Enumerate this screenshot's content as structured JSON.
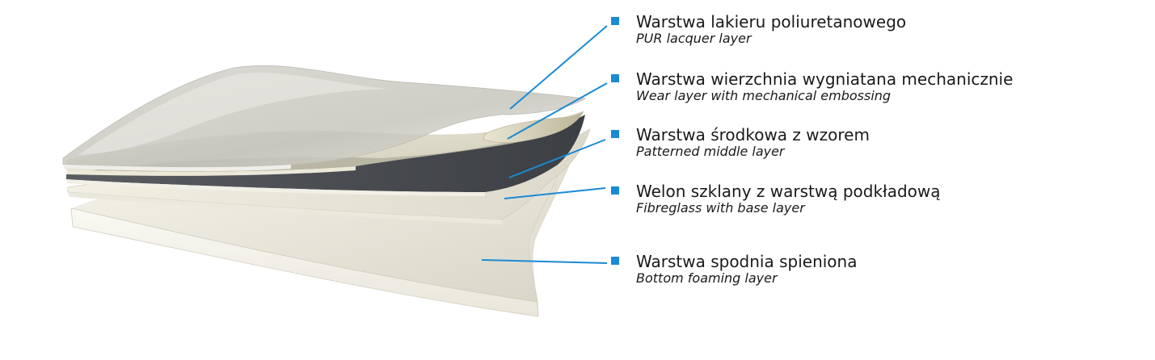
{
  "colors": {
    "accent": "#1a8ad4",
    "text": "#1a1a1a"
  },
  "layers": [
    {
      "name_pl": "Warstwa lakieru poliuretanowego",
      "name_en": "PUR lacquer layer"
    },
    {
      "name_pl": "Warstwa wierzchnia wygniatana mechanicznie",
      "name_en": "Wear layer with mechanical embossing"
    },
    {
      "name_pl": "Warstwa środkowa z wzorem",
      "name_en": "Patterned middle layer"
    },
    {
      "name_pl": "Welon szklany z warstwą podkładową",
      "name_en": "Fibreglass with base layer"
    },
    {
      "name_pl": "Warstwa spodnia spieniona",
      "name_en": "Bottom foaming layer"
    }
  ]
}
